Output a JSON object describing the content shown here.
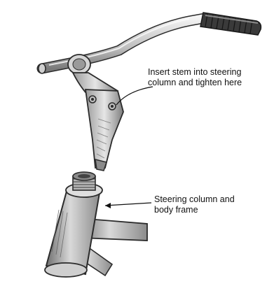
{
  "callouts": {
    "stem": {
      "line1": "Insert stem into steering",
      "line2": "column and tighten here"
    },
    "column": {
      "line1": "Steering column and",
      "line2": "body frame"
    }
  },
  "colors": {
    "ink": "#2b2b2b",
    "shade": "#8a8a8a",
    "light_shade": "#c8c8c8",
    "grip": "#3a3a3a"
  }
}
